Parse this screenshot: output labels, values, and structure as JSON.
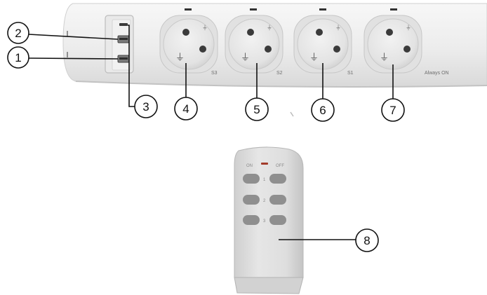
{
  "power_strip": {
    "sockets": [
      {
        "label": "S3"
      },
      {
        "label": "S2"
      },
      {
        "label": "S1"
      },
      {
        "label": "Always ON"
      }
    ]
  },
  "remote": {
    "on_label": "ON",
    "off_label": "OFF",
    "row_labels": [
      "1",
      "2",
      "3"
    ]
  },
  "callouts": [
    {
      "number": "1"
    },
    {
      "number": "2"
    },
    {
      "number": "3"
    },
    {
      "number": "4"
    },
    {
      "number": "5"
    },
    {
      "number": "6"
    },
    {
      "number": "7"
    },
    {
      "number": "8"
    }
  ],
  "colors": {
    "strip_body": "#eeeeee",
    "socket_face": "#e7e7e7",
    "pin_hole": "#3b3b3b",
    "remote_body": "#d9d9d9",
    "remote_button": "#8f8f8f",
    "indicator_led": "#a23b2a",
    "callout_line": "#111111"
  }
}
